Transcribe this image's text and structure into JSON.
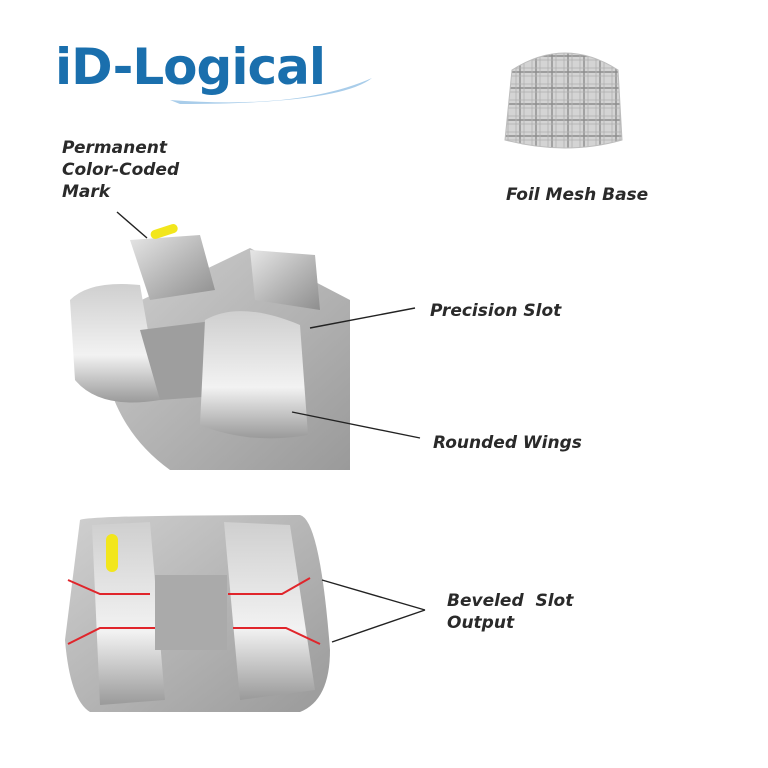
{
  "brand": {
    "logo_text": "iD-Logical",
    "logo_color": "#1a6fad",
    "logo_swoosh_color": "#a9cdea"
  },
  "labels": {
    "color_mark": [
      "Permanent",
      "Color-Coded",
      "Mark"
    ],
    "foil_mesh": "Foil Mesh Base",
    "precision_slot": "Precision Slot",
    "rounded_wings": "Rounded Wings",
    "beveled_slot": [
      "Beveled  Slot",
      "Output"
    ]
  },
  "colors": {
    "mark_yellow": "#f2e61c",
    "bevel_red": "#e0252b",
    "metal_light": "#d9d9d9",
    "metal_mid": "#b4b4b4",
    "metal_dark": "#8c8c8c",
    "leader_line": "#222222"
  }
}
